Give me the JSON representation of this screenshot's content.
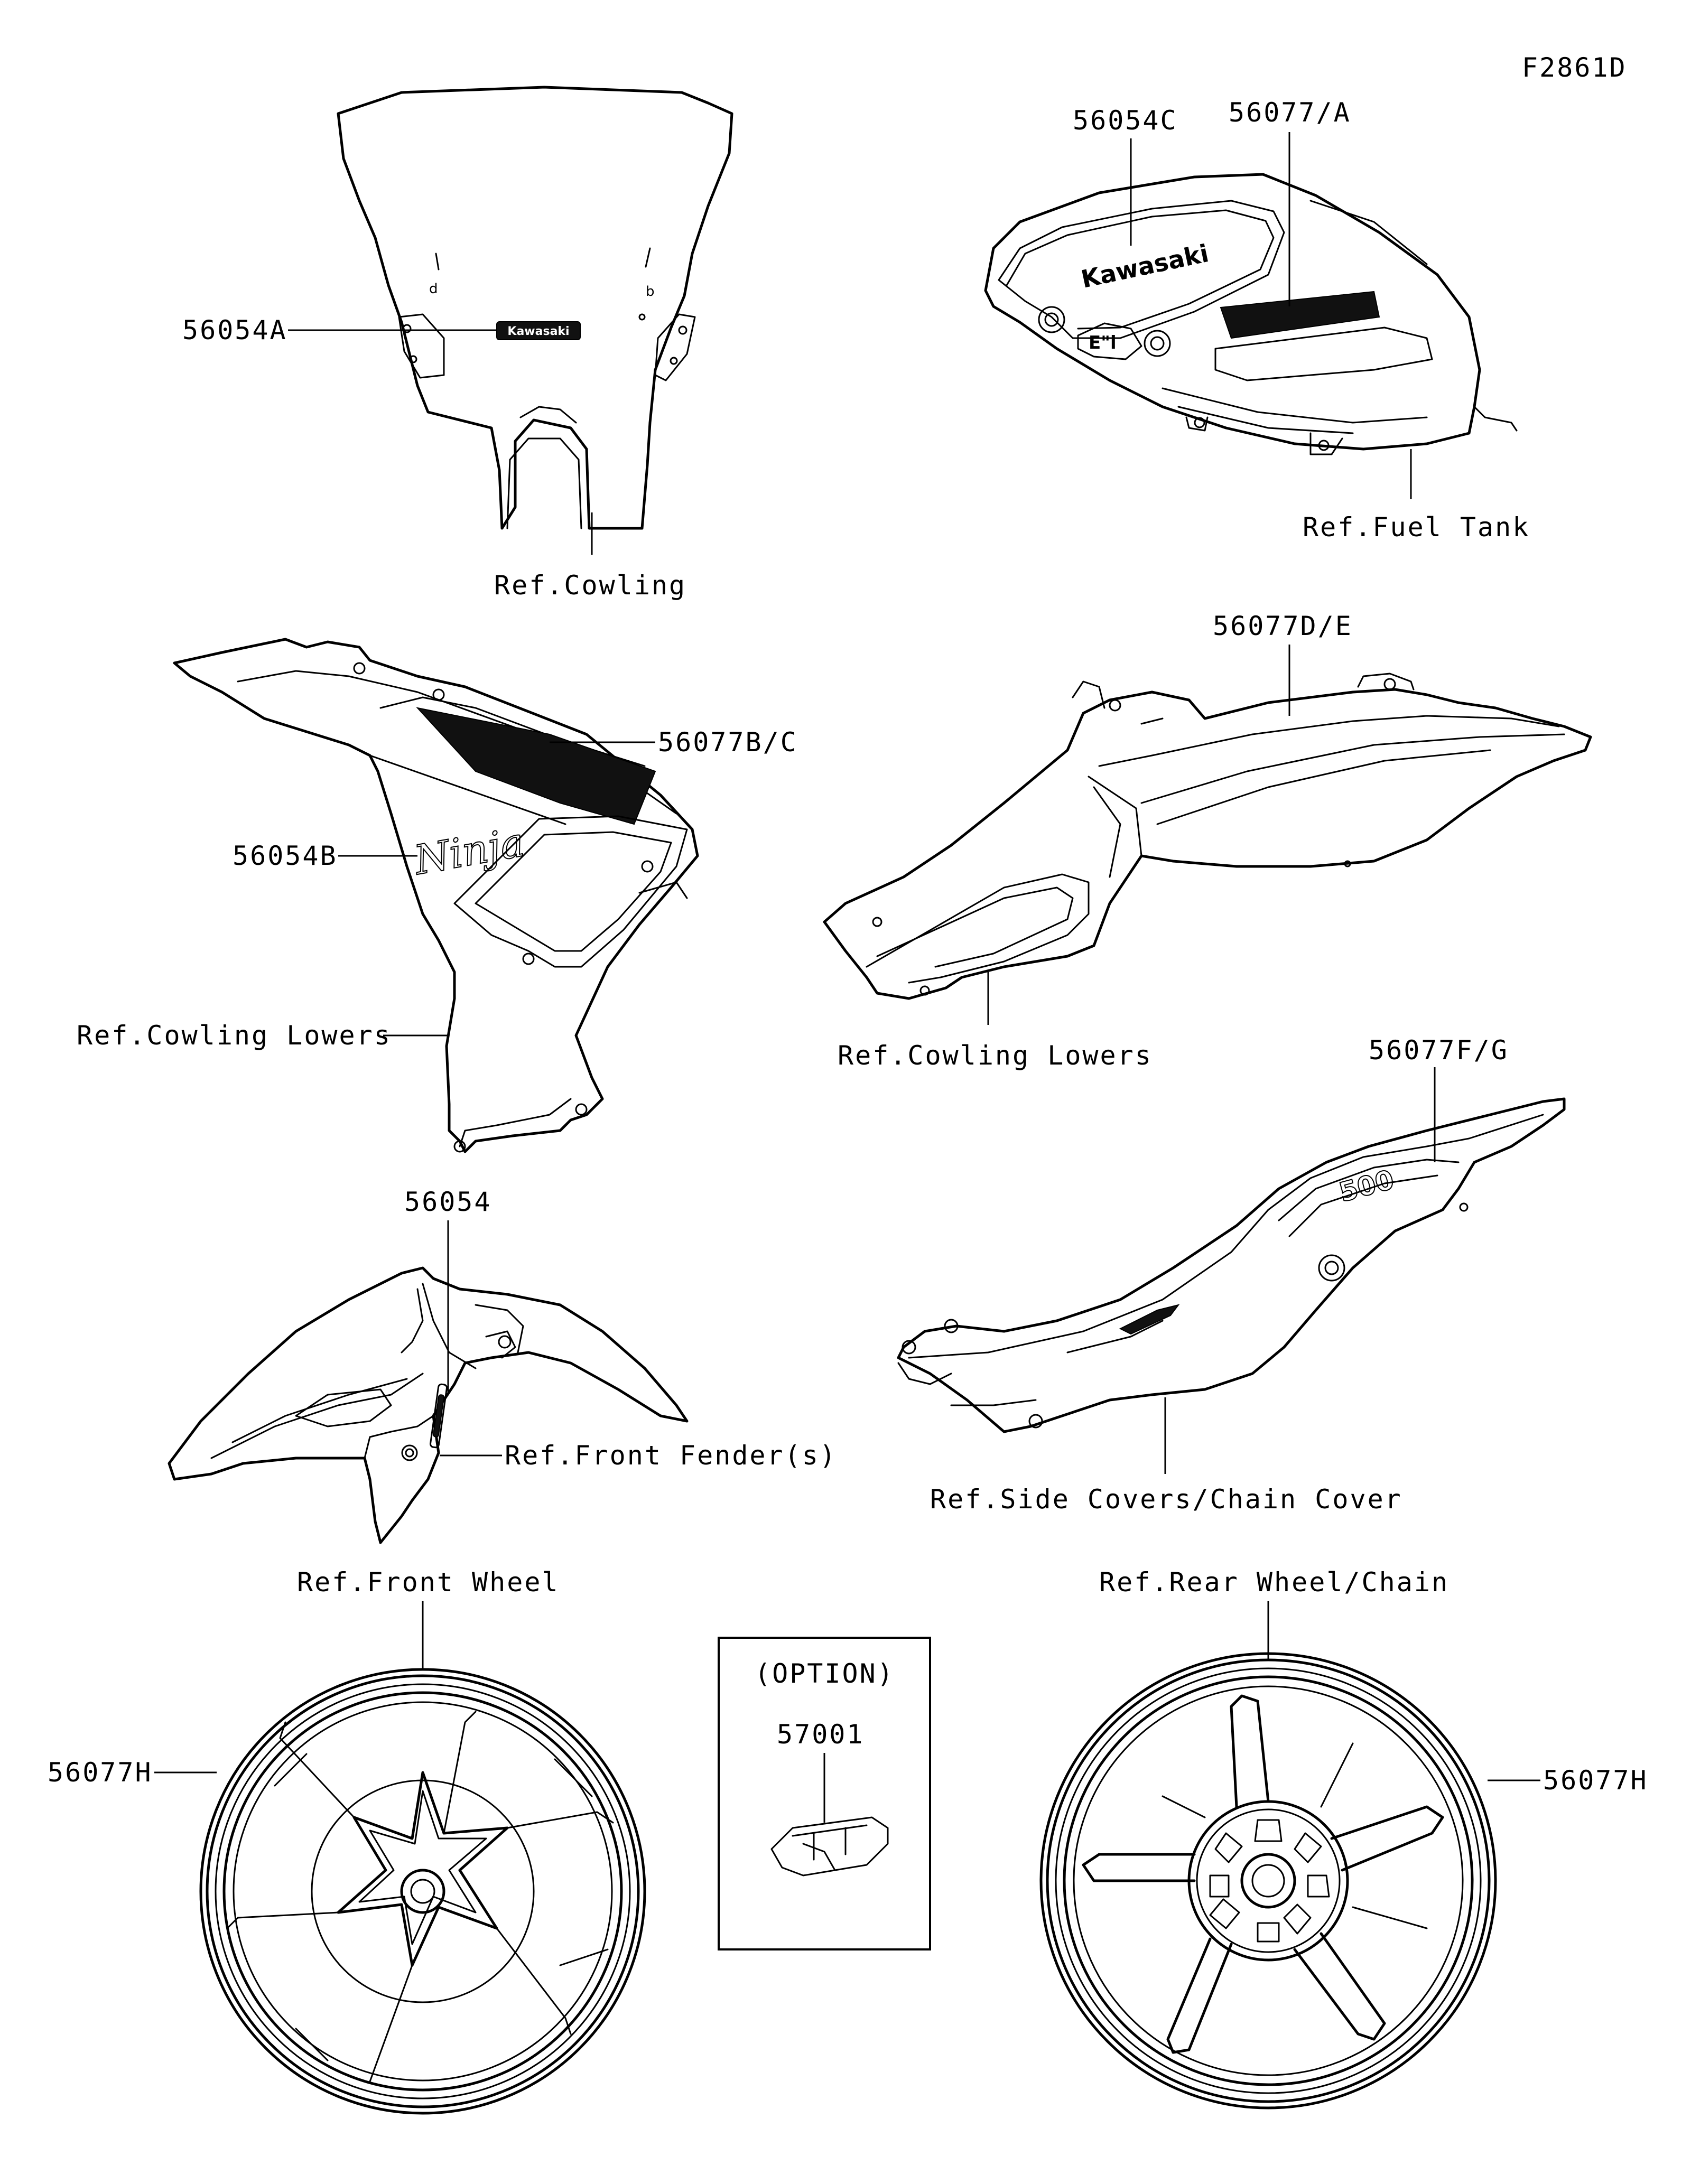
{
  "figure_id": "F2861D",
  "callouts": {
    "windshield_decal": "56054A",
    "windshield_ref": "Ref.Cowling",
    "tank_emblem": "56054C",
    "tank_stripe": "56077/A",
    "tank_ref": "Ref.Fuel Tank",
    "cowl_left_stripe": "56077B/C",
    "cowl_left_emblem": "56054B",
    "cowl_left_ref": "Ref.Cowling Lowers",
    "cowl_right_stripe": "56077D/E",
    "cowl_right_ref": "Ref.Cowling Lowers",
    "side_cover_stripe": "56077F/G",
    "side_cover_ref": "Ref.Side Covers/Chain Cover",
    "fender_decal": "56054",
    "fender_ref": "Ref.Front Fender(s)",
    "front_wheel_ref": "Ref.Front Wheel",
    "front_wheel_stripe": "56077H",
    "rear_wheel_ref": "Ref.Rear Wheel/Chain",
    "rear_wheel_stripe": "56077H",
    "option_title": "(OPTION)",
    "option_part": "57001"
  },
  "decal_text": {
    "windshield_logo": "Kawasaki",
    "tank_logo": "Kawasaki",
    "cowl_logo": "Ninja",
    "side_cover_logo": "500"
  }
}
